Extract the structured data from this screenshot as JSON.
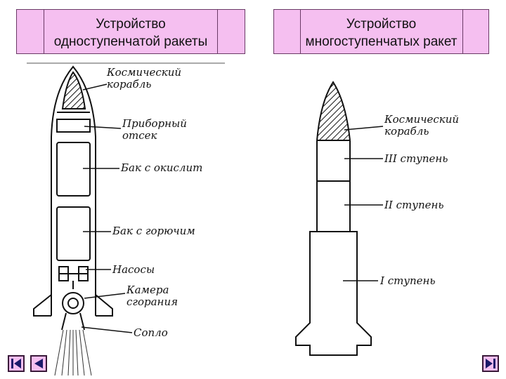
{
  "titles": {
    "left": {
      "line1": "Устройство",
      "line2": "одноступенчатой ракеты"
    },
    "right": {
      "line1": "Устройство",
      "line2": "многоступенчатых ракет"
    }
  },
  "single_stage": {
    "labels": {
      "spaceship_1": "Космический",
      "spaceship_2": "корабль",
      "instrument_1": "Приборный",
      "instrument_2": "отсек",
      "oxidizer_tank": "Бак с окислит",
      "fuel_tank": "Бак с горючим",
      "pump": "Насосы",
      "chamber_1": "Камера",
      "chamber_2": "сгорания",
      "nozzle": "Сопло"
    }
  },
  "multi_stage": {
    "labels": {
      "spaceship_1": "Космический",
      "spaceship_2": "корабль",
      "stage3": "III ступень",
      "stage2": "II ступень",
      "stage1": "I ступень"
    }
  },
  "colors": {
    "title_bg": "#f5bff0",
    "nav_bg": "#f5bff0",
    "line": "#111111"
  },
  "icons": {
    "first": "skip-start-icon",
    "prev": "prev-icon",
    "last": "skip-end-icon"
  }
}
